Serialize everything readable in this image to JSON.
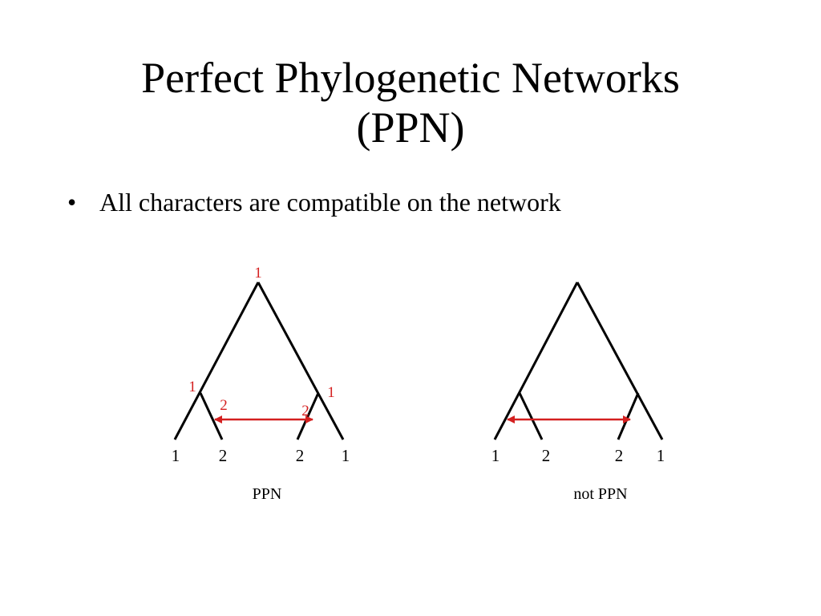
{
  "slide": {
    "title_line1": "Perfect Phylogenetic Networks",
    "title_line2": "(PPN)",
    "bullet": "All characters are compatible on the network"
  },
  "colors": {
    "mutation": "#d42020",
    "lines": "#000000"
  },
  "diagrams": [
    {
      "caption": "PPN",
      "leaves": [
        "1",
        "2",
        "2",
        "1"
      ],
      "annotations": {
        "root": "1",
        "left_branch": "1",
        "right_branch": "1",
        "left_inner": "2",
        "right_inner": "2"
      }
    },
    {
      "caption": "not PPN",
      "leaves": [
        "1",
        "2",
        "2",
        "1"
      ]
    }
  ]
}
